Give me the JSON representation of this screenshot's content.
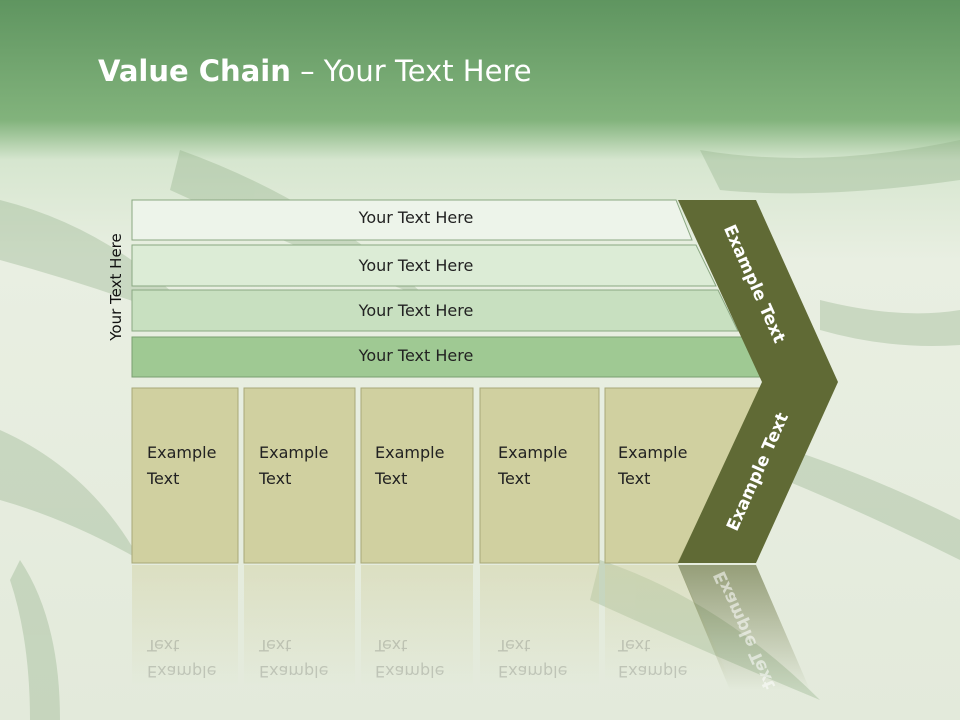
{
  "title": {
    "bold": "Value Chain",
    "rest": " – Your Text Here"
  },
  "side_label": "Your Text Here",
  "bars": [
    {
      "label": "Your Text Here"
    },
    {
      "label": "Your Text Here"
    },
    {
      "label": "Your Text Here"
    },
    {
      "label": "Your Text Here"
    }
  ],
  "boxes": [
    {
      "line1": "Example",
      "line2": "Text"
    },
    {
      "line1": "Example",
      "line2": "Text"
    },
    {
      "line1": "Example",
      "line2": "Text"
    },
    {
      "line1": "Example",
      "line2": "Text"
    },
    {
      "line1": "Example",
      "line2": "Text"
    }
  ],
  "chevron": {
    "top_label": "Example Text",
    "bottom_label": "Example Text"
  },
  "colors": {
    "bar1": "#edf4ea",
    "bar2": "#dcecd6",
    "bar3": "#c8e0c0",
    "bar4": "#9fc993",
    "box": "#d0d0a0",
    "chevron": "#606a35",
    "title": "#ffffff"
  }
}
